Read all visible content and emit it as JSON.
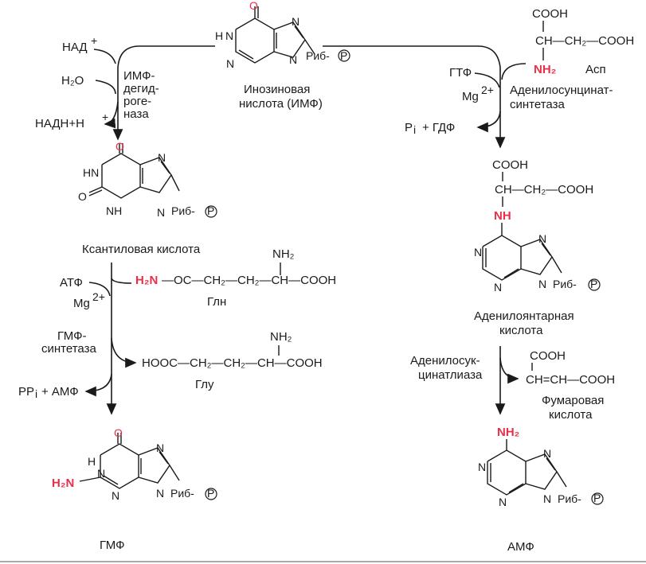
{
  "imp": {
    "name_line1": "Инозиновая",
    "name_line2": "нислота (ИМФ)",
    "o": "O",
    "n1": "N",
    "h": "H",
    "n2": "N",
    "n3": "N",
    "n4": "N",
    "rib": "Риб-",
    "p": "P"
  },
  "left": {
    "nad": "НАД",
    "plus": "+",
    "h2o": "H₂O",
    "nadh": "НАДН+Н",
    "enzyme1_l1": "ИМФ-",
    "enzyme1_l2": "дегид-",
    "enzyme1_l3": "роге-",
    "enzyme1_l4": "наза",
    "xanth_name": "Ксантиловая кислота",
    "atf": "АТФ",
    "mg": "Mg",
    "mg_sup": "2+",
    "gmf_enz_l1": "ГМФ-",
    "gmf_enz_l2": "синтетаза",
    "ppi": "PP",
    "ppi_sub": "i",
    "amf_out": "+ АМФ",
    "gln_nh2": "NH₂",
    "gln_h2n": "H₂N",
    "gln_chain": "—OC—CH₂—CH₂—CH—COOH",
    "gln_name": "Глн",
    "glu_nh2": "NH₂",
    "glu_chain": "HOOC—CH₂—CH₂—CH—COOH",
    "glu_name": "Глу",
    "gmp_name": "ГМФ",
    "gmp_h2n": "H₂N"
  },
  "right": {
    "cooh_top": "COOH",
    "ch_line": "CH—CH₂—COOH",
    "nh2": "NH₂",
    "asp": "Асп",
    "gtf": "ГТФ",
    "mg": "Mg",
    "mg_sup": "2+",
    "enzyme_l1": "Аденилосунцинат-",
    "enzyme_l2": "синтетаза",
    "pi": "P",
    "pi_sub": "i",
    "gdf": "+ ГДФ",
    "sa_cooh": "COOH",
    "sa_ch": "CH—CH₂—COOH",
    "sa_nh": "NH",
    "sa_name_l1": "Аденилоянтарная",
    "sa_name_l2": "кислота",
    "lyase_l1": "Аденилосук-",
    "lyase_l2": "цинатлиаза",
    "fum_cooh": "COOH",
    "fum_chain": "CH=CH—COOH",
    "fum_name_l1": "Фумаровая",
    "fum_name_l2": "кислота",
    "amp_nh2": "NH₂",
    "amp_name": "АМФ"
  }
}
